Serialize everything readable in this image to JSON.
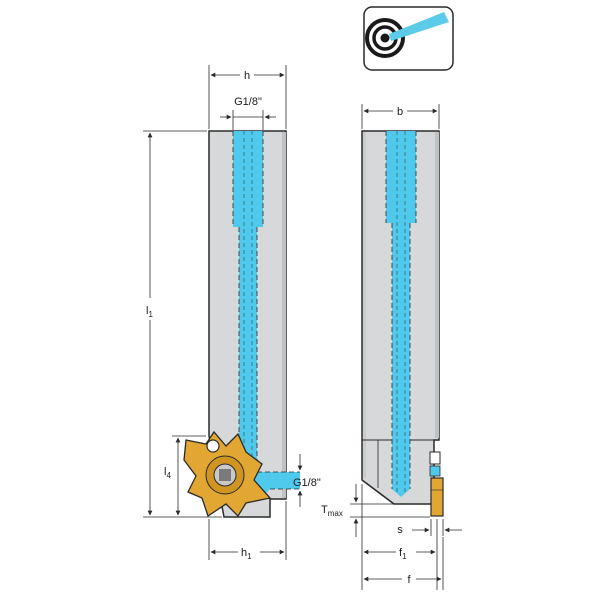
{
  "icon": {
    "name": "internal-coolant-target-icon",
    "accent": "#5ccbe8"
  },
  "colors": {
    "body": "#d6d8d9",
    "outline": "#2a2a2a",
    "coolant": "#4fc9ec",
    "insert": "#e2a732",
    "dim_line": "#2a2a2a"
  },
  "front_view": {
    "h": "h",
    "thread_top": "G1/8\"",
    "l1_base": "l",
    "l1_sub": "1",
    "l4_base": "l",
    "l4_sub": "4",
    "thread_side": "G1/8\"",
    "h1_base": "h",
    "h1_sub": "1"
  },
  "side_view": {
    "b": "b",
    "tmax_base": "T",
    "tmax_sub": "max",
    "s": "s",
    "f1_base": "f",
    "f1_sub": "1",
    "f": "f"
  }
}
